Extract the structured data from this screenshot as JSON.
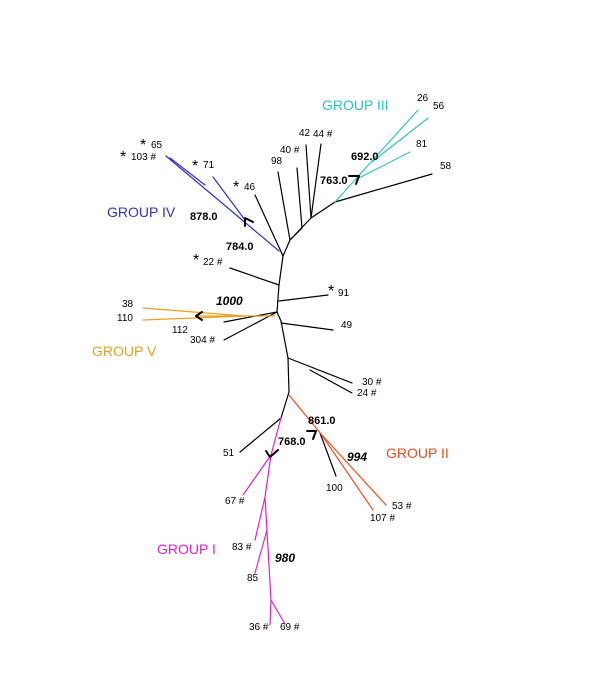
{
  "colors": {
    "black": "#000000",
    "group_i": "#e020d0",
    "group_ii": "#e85020",
    "group_iii": "#30c0c8",
    "group_iv": "#3030c8",
    "group_v": "#e8a020"
  },
  "group_labels": {
    "group_i": "GROUP I",
    "group_ii": "GROUP II",
    "group_iii": "GROUP III",
    "group_iv": "GROUP IV",
    "group_v": "GROUP V"
  },
  "star_symbol": "*",
  "leaves": {
    "l26": "26",
    "l56": "56",
    "l81": "81",
    "l58": "58",
    "l42": "42",
    "l44": "44 #",
    "l40": "40 #",
    "l98": "98",
    "l65": "65",
    "l103": "103 #",
    "l71": "71",
    "l46": "46",
    "l22": "22 #",
    "l91": "91",
    "l38": "38",
    "l110": "110",
    "l112": "112",
    "l304": "304 #",
    "l49": "49",
    "l30": "30 #",
    "l24": "24 #",
    "l51": "51",
    "l100": "100",
    "l53": "53 #",
    "l107": "107 #",
    "l67": "67 #",
    "l83": "83 #",
    "l85": "85",
    "l36": "36 #",
    "l69": "69 #"
  },
  "bootstrap": {
    "b692": "692.0",
    "b763": "763.0",
    "b878": "878.0",
    "b784": "784.0",
    "b1000": "1000",
    "b861": "861.0",
    "b994": "994",
    "b768": "768.0",
    "b980": "980"
  }
}
